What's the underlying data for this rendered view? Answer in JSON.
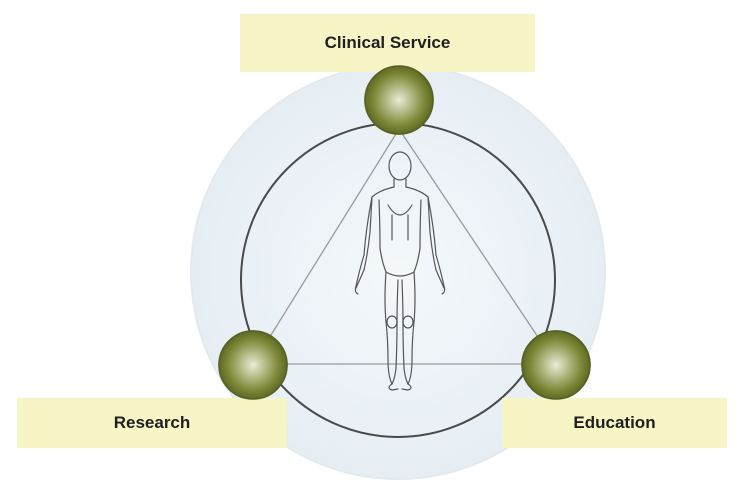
{
  "labels": {
    "top": "Clinical Service",
    "left": "Research",
    "right": "Education"
  },
  "colors": {
    "label_bg": "#f7f4c6",
    "outer_circle": "#eef4f8",
    "node_olive": "#6e7a2e",
    "line": "#555555"
  },
  "icons": {
    "center": "human-body-outline"
  }
}
